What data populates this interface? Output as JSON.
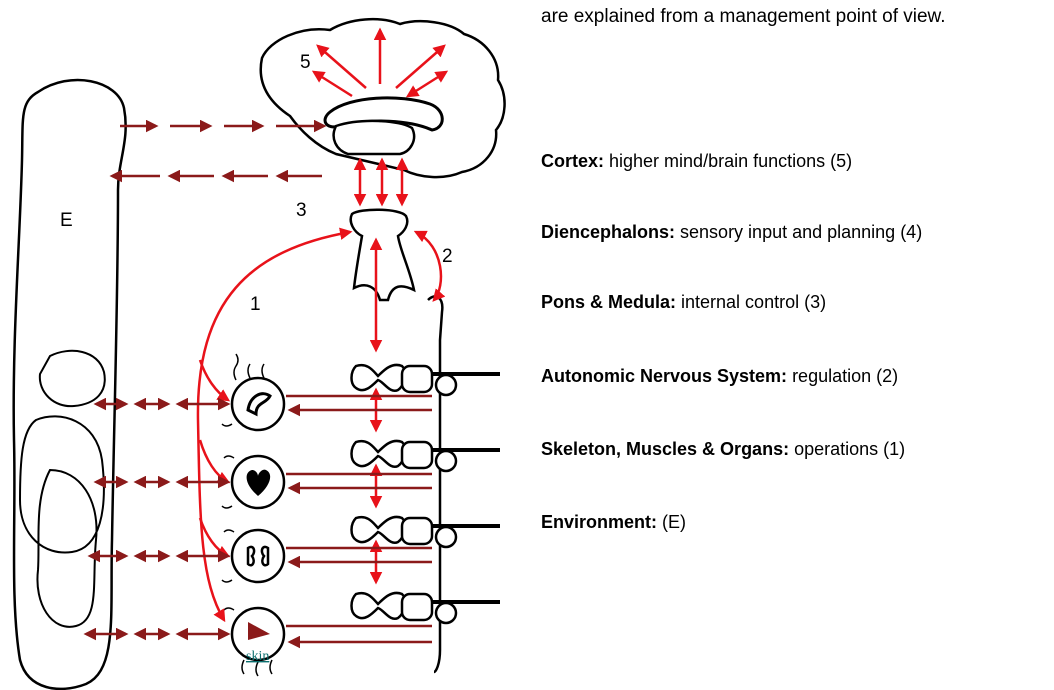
{
  "intro_text": "are explained from a management point of view.",
  "diagram": {
    "labels": {
      "cortex": "5",
      "brainstem": "3",
      "autonomic": "2",
      "organs": "1",
      "environment": "E"
    },
    "skin_link": "skin"
  },
  "legend": [
    {
      "term": "Cortex:",
      "desc": " higher mind/brain functions (5)"
    },
    {
      "term": "Diencephalons:",
      "desc": " sensory input and planning (4)"
    },
    {
      "term": "Pons & Medula:",
      "desc": " internal control (3)"
    },
    {
      "term": "Autonomic Nervous System:",
      "desc": " regulation (2)"
    },
    {
      "term": "Skeleton, Muscles & Organs:",
      "desc": " operations (1)"
    },
    {
      "term": "Environment:",
      "desc": " (E)"
    }
  ],
  "colors": {
    "efferent": "#e8121a",
    "afferent": "#8b1a1a",
    "outline": "#000000"
  }
}
